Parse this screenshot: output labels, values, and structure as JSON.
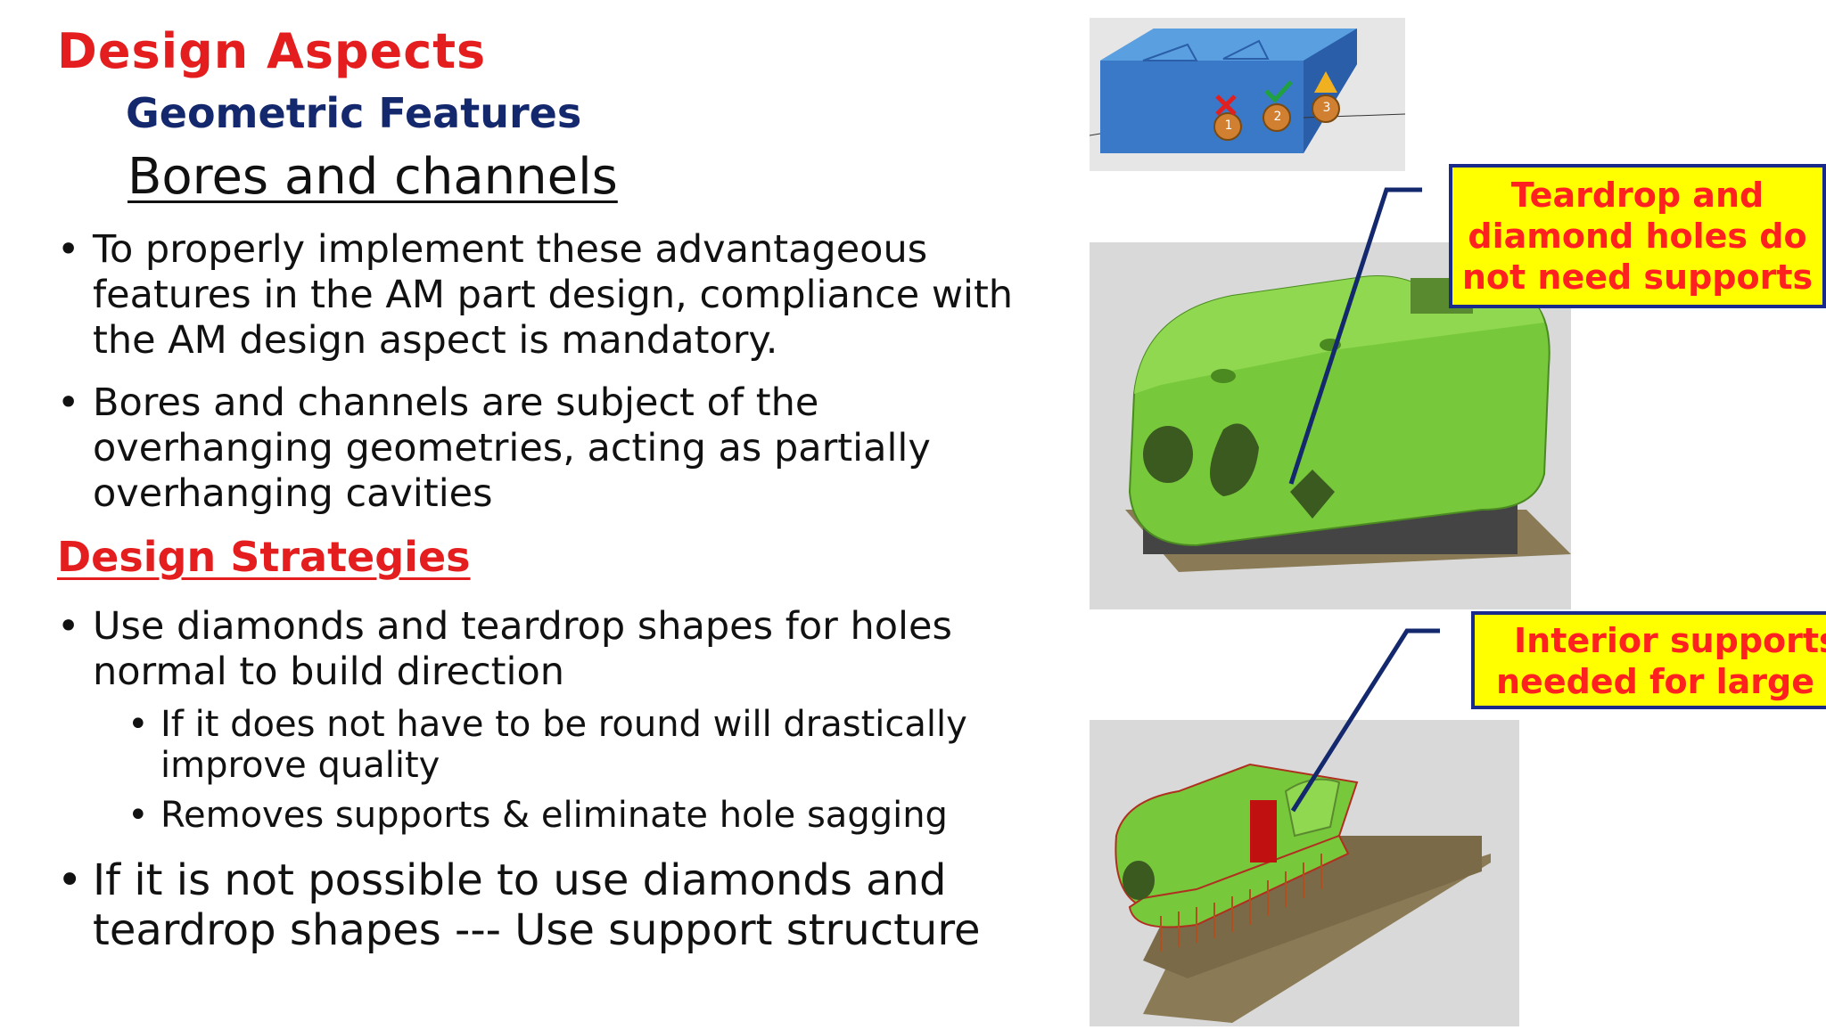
{
  "heading": {
    "title": "Design Aspects",
    "subtitle": "Geometric Features",
    "topic": "Bores and channels"
  },
  "bullets": [
    {
      "lines": [
        "To properly implement these advantageous",
        "features in the AM part design, compliance with",
        "the AM design aspect is mandatory."
      ]
    },
    {
      "lines": [
        "Bores and channels are subject of the",
        "overhanging geometries, acting as partially",
        "overhanging cavities"
      ]
    }
  ],
  "strategies": {
    "heading": "Design Strategies",
    "bullet1": {
      "lines": [
        "Use diamonds and teardrop shapes for holes",
        "normal to build direction"
      ]
    },
    "sub1": {
      "lines": [
        "If it does not have to be round will drastically",
        "improve quality"
      ]
    },
    "sub2": {
      "lines": [
        "Removes supports & eliminate hole sagging"
      ]
    },
    "bullet2": {
      "lines": [
        "If it is not possible to use diamonds and",
        "teardrop shapes --- Use support structure"
      ]
    }
  },
  "callouts": {
    "top": [
      "Teardrop and",
      "diamond holes do",
      "not need supports"
    ],
    "bottom": [
      "Interior supports",
      "needed for large ho"
    ]
  },
  "figure_top": {
    "markers": [
      "1",
      "2",
      "3"
    ]
  },
  "colors": {
    "heading_red": "#e41e1e",
    "subtitle_navy": "#14286e",
    "callout_bg": "#ffff00",
    "callout_border": "#1a2a8a",
    "part_green": "#78c83c"
  }
}
